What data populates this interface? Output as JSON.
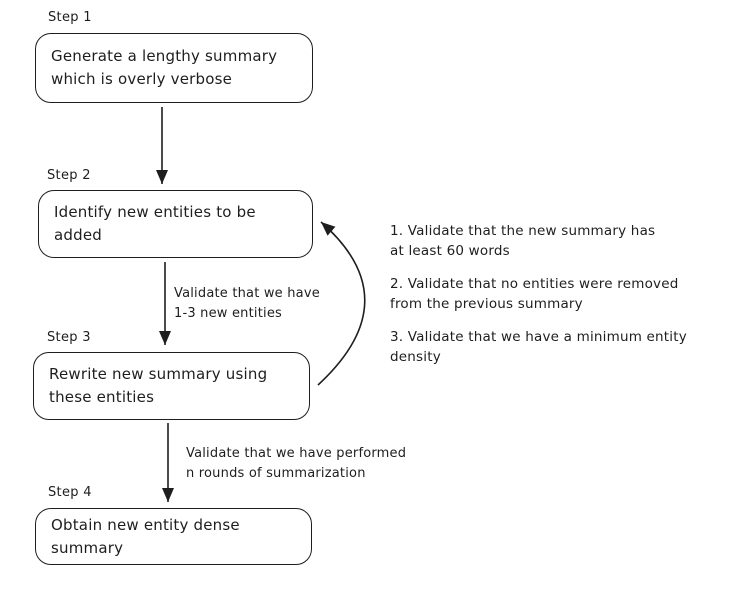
{
  "diagram": {
    "background": "#ffffff",
    "stroke_color": "#1e1e1e",
    "steps": [
      {
        "label": "Step 1",
        "lines": [
          "Generate a lengthy summary",
          "which is overly verbose"
        ]
      },
      {
        "label": "Step 2",
        "lines": [
          "Identify new entities to be",
          "added"
        ]
      },
      {
        "label": "Step 3",
        "lines": [
          "Rewrite new summary using",
          "these entities"
        ]
      },
      {
        "label": "Step 4",
        "lines": [
          "Obtain new entity dense",
          "summary"
        ]
      }
    ],
    "arrow_labels": [
      {
        "lines": [
          "Validate that we have",
          "1-3 new entities"
        ]
      },
      {
        "lines": [
          "Validate that we have performed",
          "n rounds of summarization"
        ]
      }
    ],
    "validations": [
      {
        "lines": [
          "1. Validate that the new summary has",
          "at least 60 words"
        ]
      },
      {
        "lines": [
          "2. Validate that no entities were removed",
          "from the previous summary"
        ]
      },
      {
        "lines": [
          "3. Validate that we have a minimum entity",
          "density"
        ]
      }
    ]
  }
}
